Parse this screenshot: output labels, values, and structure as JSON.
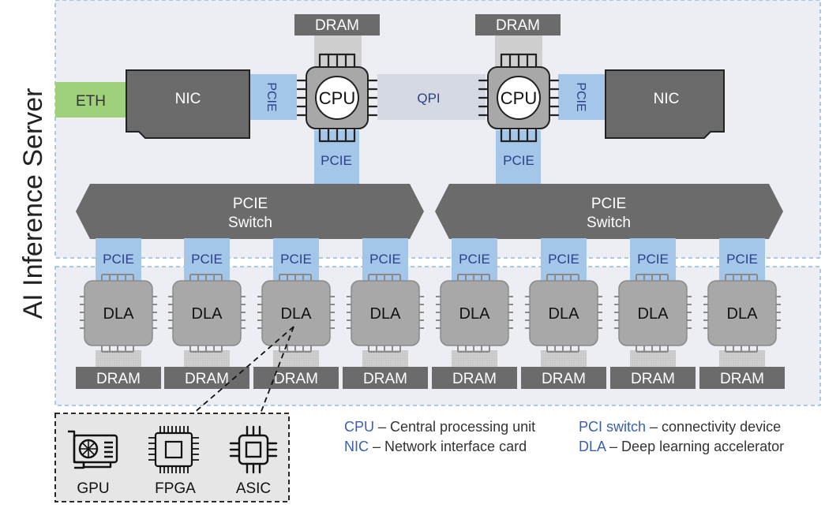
{
  "title": "AI Inference Server",
  "labels": {
    "eth": "ETH",
    "nic": "NIC",
    "cpu": "CPU",
    "dram": "DRAM",
    "pcie": "PCIE",
    "qpi": "QPI",
    "switch_line1": "PCIE",
    "switch_line2": "Switch",
    "dla": "DLA"
  },
  "accelerators": [
    {
      "label": "GPU",
      "icon": "gpu-card-icon"
    },
    {
      "label": "FPGA",
      "icon": "fpga-chip-icon"
    },
    {
      "label": "ASIC",
      "icon": "asic-chip-icon"
    }
  ],
  "legend": [
    {
      "key": "CPU",
      "text": " – Central processing unit"
    },
    {
      "key": "NIC",
      "text": " – Network interface card"
    },
    {
      "key": "PCI switch",
      "text": " – connectivity device"
    },
    {
      "key": "DLA",
      "text": " – Deep learning accelerator"
    }
  ],
  "colors": {
    "background": "#eceef3",
    "dashed_border": "#8fbbe0",
    "dark_block": "#6b6b6b",
    "chip": "#a8a8a8",
    "pcie": "#a4c6e8",
    "eth": "#9fd17c",
    "qpi": "#d5d9e2",
    "dram_stub": "#cfcfcf",
    "legend_key": "#3a5fb0"
  }
}
